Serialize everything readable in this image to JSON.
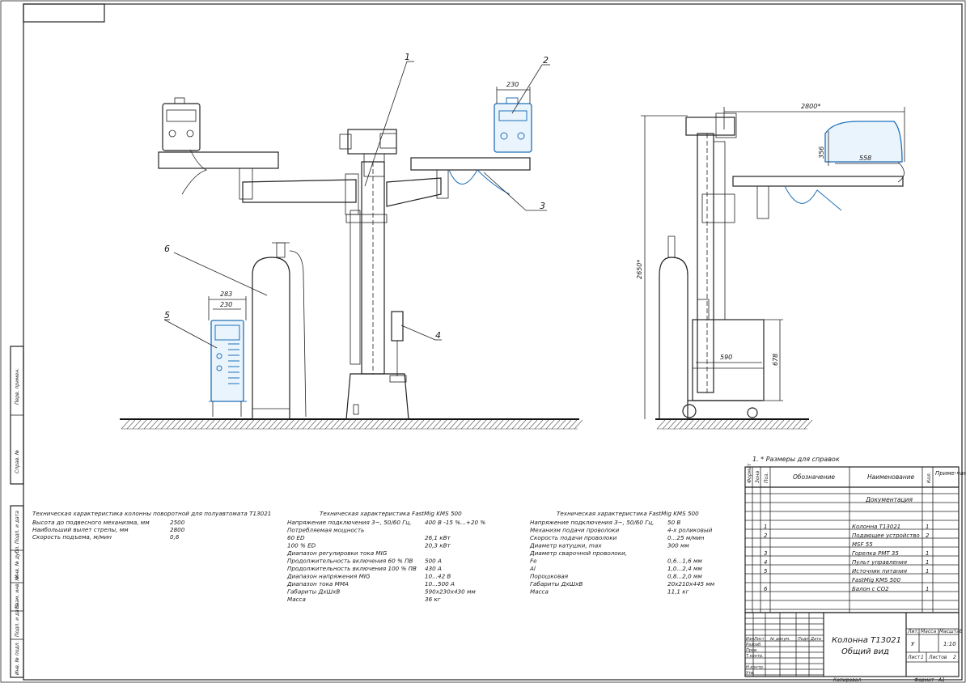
{
  "callouts": [
    "1",
    "2",
    "3",
    "4",
    "5",
    "6"
  ],
  "dimensions": {
    "top_gun_width": "230",
    "side_width": "2800*",
    "feeder_height": "356",
    "feeder_length": "558",
    "total_height": "2650*",
    "cabinet_width": "590",
    "cabinet_height": "678",
    "ps_outer_width": "283",
    "ps_inner_width": "230"
  },
  "note": "1. * Размеры для справок",
  "spec_column": {
    "title": "Техническая характеристика колонны поворотной для полуавтомата T13021",
    "rows": [
      {
        "label": "Высота до подвесного механизма, мм",
        "value": "2500"
      },
      {
        "label": "Наибольший вылет стрелы, мм",
        "value": "2800"
      },
      {
        "label": "Скорость подъема, м/мин",
        "value": "0,6"
      }
    ]
  },
  "spec_power": {
    "title": "Техническая характеристика FastMig KMS 500",
    "rows": [
      {
        "label": "Напряжение подключения  3~, 50/60 Гц,",
        "value": "400 В -15 %...+20 %"
      },
      {
        "label": "Потребляемая мощность",
        "value": ""
      },
      {
        "label": "60 ED",
        "value": "26,1 кВт"
      },
      {
        "label": "100 % ED",
        "value": "20,3 кВт"
      },
      {
        "label": "Диапазон регулировки тока  MIG",
        "value": ""
      },
      {
        "label": "Продолжительность включения  60 % ПВ",
        "value": "500 А"
      },
      {
        "label": "Продолжительность включения  100 % ПВ",
        "value": "430 А"
      },
      {
        "label": "Диапазон напряжения  MIG",
        "value": "10...42 В"
      },
      {
        "label": "Диапазон тока MMA",
        "value": "10...500 А"
      },
      {
        "label": "Габариты  ДхШхВ",
        "value": "590x230x430 мм"
      },
      {
        "label": "Масса",
        "value": "36 кг"
      }
    ]
  },
  "spec_feeder": {
    "title": "Техническая характеристика FastMig KMS 500",
    "rows": [
      {
        "label": "Напряжение подключения  3~, 50/60 Гц,",
        "value": "50 В"
      },
      {
        "label": "Механизм подачи проволоки",
        "value": "4-х роликовый"
      },
      {
        "label": "Скорость подачи проволоки",
        "value": "0...25 м/мин"
      },
      {
        "label": "Диаметр катушки, max",
        "value": "300 мм"
      },
      {
        "label": "Диаметр сварочной проволоки,",
        "value": ""
      },
      {
        "label": "Fe",
        "value": "0,6...1,6 мм"
      },
      {
        "label": "Al",
        "value": "1,0...2,4 мм"
      },
      {
        "label": "Порошковая",
        "value": "0,8...2,0 мм"
      },
      {
        "label": "Габариты  ДхШхВ",
        "value": "20x210x445 мм"
      },
      {
        "label": "Масса",
        "value": "11,1 кг"
      }
    ]
  },
  "bom": {
    "headers": {
      "format": "Формат",
      "zone": "Зона",
      "pos": "Поз.",
      "designation": "Обозначение",
      "name": "Наименование",
      "qty": "Кол.",
      "note": "Приме-чание"
    },
    "section": "Документация",
    "rows": [
      {
        "pos": "1",
        "name": "Колонна T13021",
        "qty": "1"
      },
      {
        "pos": "2",
        "name": "Подающее устройство",
        "qty": "2"
      },
      {
        "pos": "",
        "name": "MSF 55",
        "qty": ""
      },
      {
        "pos": "3",
        "name": "Горелка PMT 35",
        "qty": "1"
      },
      {
        "pos": "4",
        "name": "Пульт управления",
        "qty": "1"
      },
      {
        "pos": "5",
        "name": "Источник питания",
        "qty": "1"
      },
      {
        "pos": "",
        "name": "FastMig KMS 500",
        "qty": ""
      },
      {
        "pos": "6",
        "name": "Балон с СО2",
        "qty": "1"
      }
    ]
  },
  "title_block": {
    "title_line1": "Колонна T13021",
    "title_line2": "Общий вид",
    "col_lit": "Лит.",
    "col_mass": "Масса",
    "col_scale": "Масштаб",
    "scale": "1:10",
    "lit": "У",
    "sheet": "Лист",
    "sheet_no": "1",
    "sheets": "Листов",
    "sheets_no": "2",
    "copied": "Копировал",
    "format_label": "Формат",
    "format_value": "A1",
    "rows_labels": [
      "Изм.",
      "Лист",
      "№ докум.",
      "Подп.",
      "Дата"
    ],
    "roles": [
      "Разраб.",
      "Пров.",
      "Т.контр.",
      "",
      "Н.контр.",
      "Утв."
    ]
  },
  "side_strip": [
    "Перв. примен.",
    "Справ. №",
    "Подп. и дата",
    "Инв. № дубл.",
    "Взам. инв. №",
    "Подп. и дата",
    "Инв. № подл."
  ]
}
